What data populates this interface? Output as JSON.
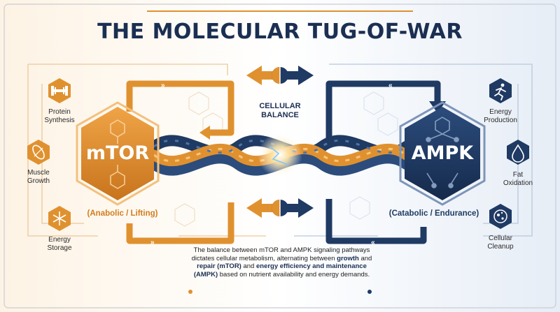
{
  "title": "THE MOLECULAR TUG-OF-WAR",
  "center": {
    "line1": "CELLULAR",
    "line2": "BALANCE"
  },
  "mtor": {
    "name": "mTOR",
    "subtitle": "(Anabolic / Lifting)",
    "color": "#e0912f",
    "items": [
      {
        "icon": "dumbbell-icon",
        "line1": "Protein",
        "line2": "Synthesis"
      },
      {
        "icon": "muscle-fiber-icon",
        "line1": "Muscle",
        "line2": "Growth"
      },
      {
        "icon": "snowflake-icon",
        "line1": "Energy",
        "line2": "Storage"
      }
    ]
  },
  "ampk": {
    "name": "AMPK",
    "subtitle": "(Catabolic / Endurance)",
    "color": "#1f3a63",
    "items": [
      {
        "icon": "running-person-icon",
        "line1": "Energy",
        "line2": "Production"
      },
      {
        "icon": "droplet-icon",
        "line1": "Fat",
        "line2": "Oxidation"
      },
      {
        "icon": "cell-cleanup-icon",
        "line1": "Cellular",
        "line2": "Cleanup"
      }
    ]
  },
  "description": {
    "p1": "The balance between mTOR and AMPK signaling pathways dictates cellular metabolism, alternating between ",
    "b1": "growth",
    "p2": " and ",
    "b2": "repair (mTOR)",
    "p3": " and ",
    "b3": "energy efficiency and maintenance (AMPK)",
    "p4": " based on nutrient availability and energy demands."
  }
}
